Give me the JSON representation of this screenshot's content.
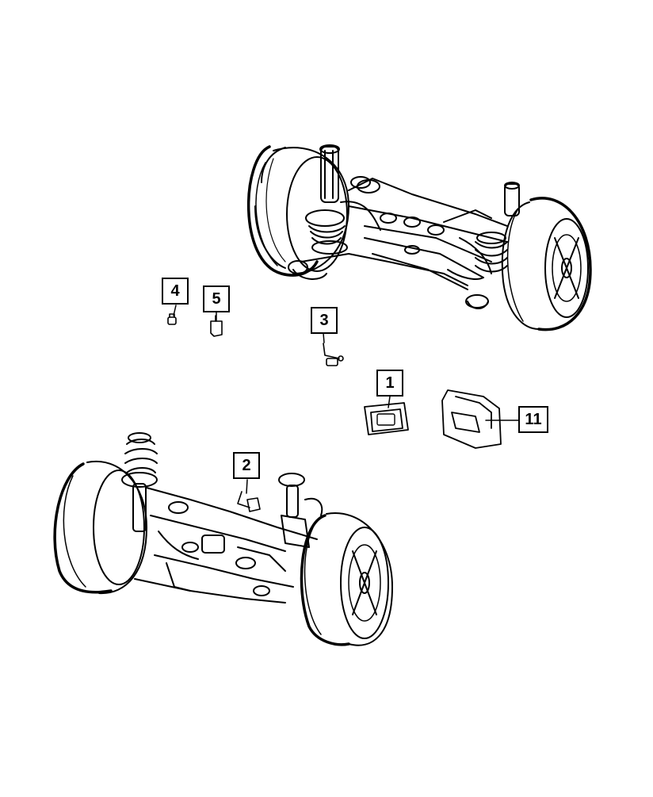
{
  "diagram": {
    "style": "exploded parts illustration, black line art on white",
    "line_color": "#000000",
    "background": "#ffffff",
    "callouts": [
      {
        "id": "callout-1",
        "label": "1"
      },
      {
        "id": "callout-2",
        "label": "2"
      },
      {
        "id": "callout-3",
        "label": "3"
      },
      {
        "id": "callout-4",
        "label": "4"
      },
      {
        "id": "callout-5",
        "label": "5"
      },
      {
        "id": "callout-11",
        "label": "11"
      }
    ],
    "parts": [
      {
        "name": "rear-suspension-assembly"
      },
      {
        "name": "front-suspension-assembly"
      },
      {
        "name": "control-module",
        "callout": "1"
      },
      {
        "name": "front-height-sensor",
        "callout": "2"
      },
      {
        "name": "rear-height-sensor",
        "callout": "3"
      },
      {
        "name": "clip",
        "callout": "4"
      },
      {
        "name": "bracket",
        "callout": "5"
      },
      {
        "name": "module-bracket",
        "callout": "11"
      }
    ]
  }
}
